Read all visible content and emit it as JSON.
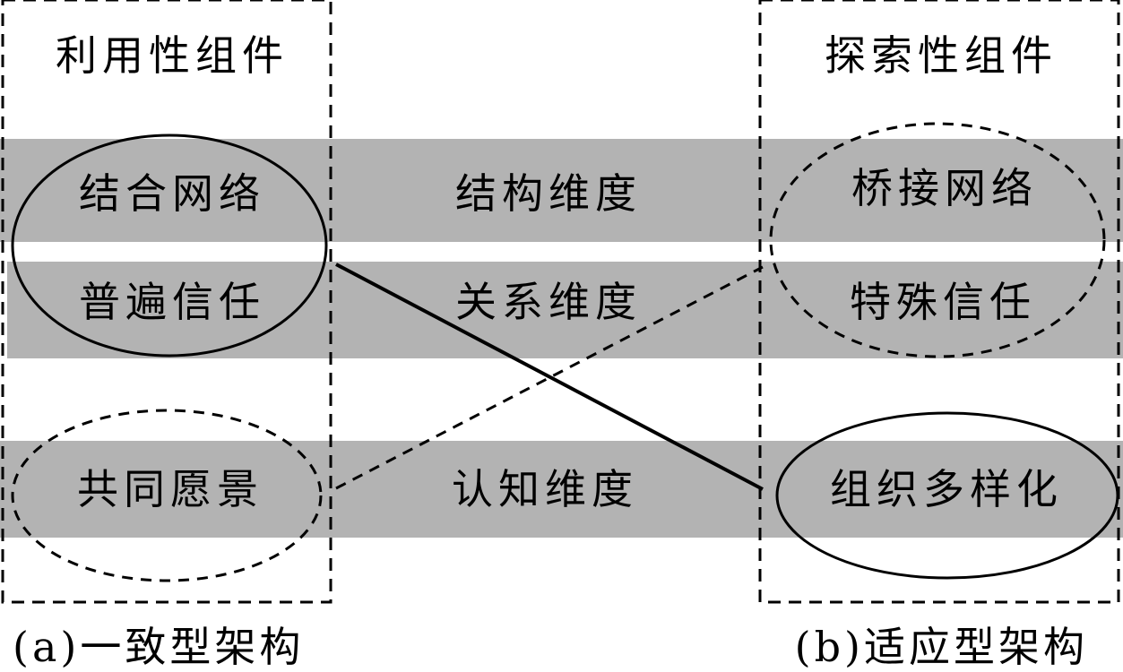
{
  "left_panel": {
    "title": "利用性组件",
    "caption": "(a)一致型架构",
    "items": [
      "结合网络",
      "普遍信任",
      "共同愿景"
    ]
  },
  "right_panel": {
    "title": "探索性组件",
    "caption": "(b)适应型架构",
    "items": [
      "桥接网络",
      "特殊信任",
      "组织多样化"
    ]
  },
  "dimensions": [
    "结构维度",
    "关系维度",
    "认知维度"
  ],
  "colors": {
    "band": "#b3b3b3",
    "stroke": "#000000",
    "background": "#ffffff"
  }
}
